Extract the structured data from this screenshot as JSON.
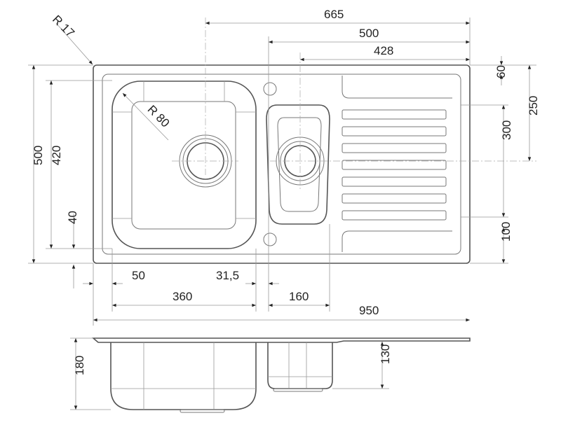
{
  "drawing": {
    "radius_labels": {
      "corner": "R 17",
      "bowl": "R 80"
    },
    "top_dimensions": [
      "665",
      "500",
      "428"
    ],
    "left_dimensions": [
      "500",
      "420",
      "40"
    ],
    "right_dimensions": [
      "60",
      "250",
      "300",
      "100"
    ],
    "bottom_dimensions": [
      "50",
      "31,5",
      "360",
      "160",
      "950"
    ],
    "side_view_dimensions": [
      "180",
      "130"
    ]
  }
}
